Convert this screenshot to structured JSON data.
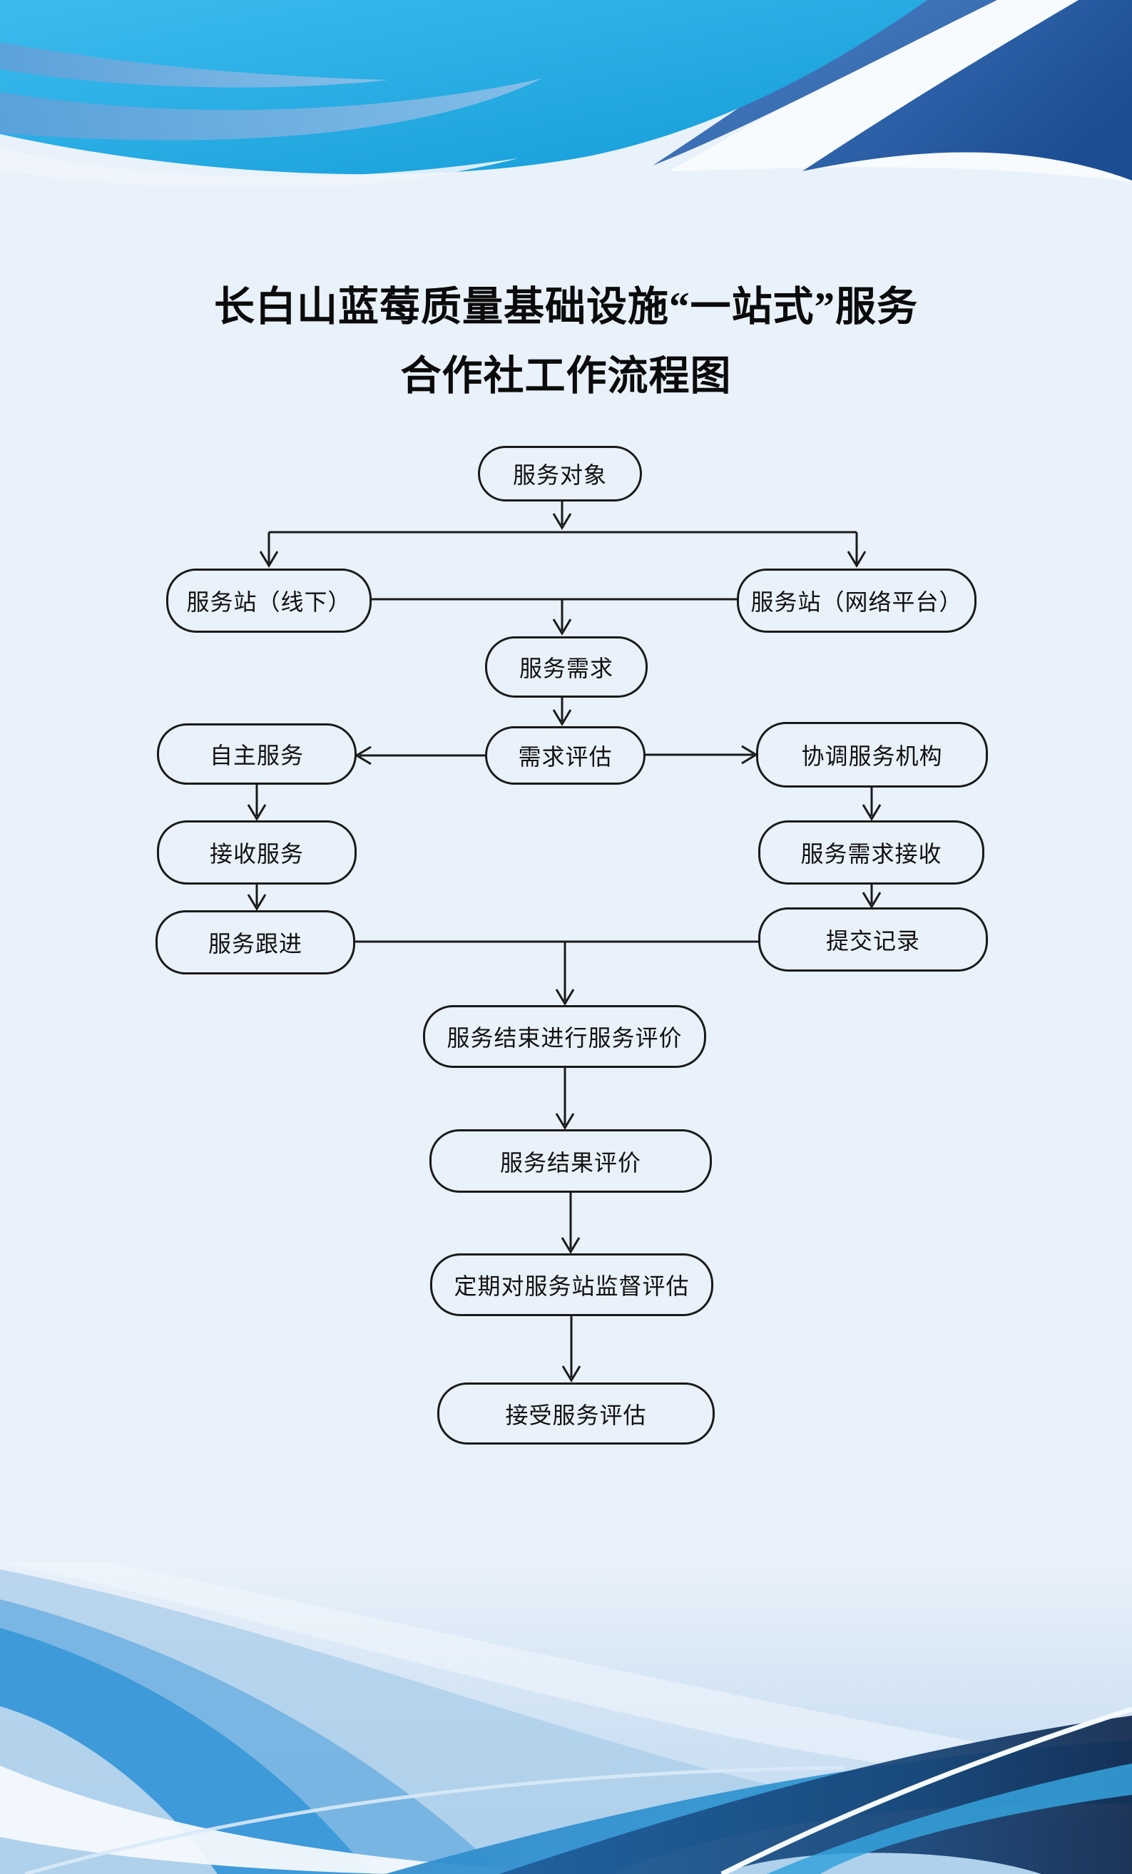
{
  "title": {
    "line1": "长白山蓝莓质量基础设施“一站式”服务",
    "line2": "合作社工作流程图"
  },
  "flowchart": {
    "nodes": [
      {
        "id": "service-object",
        "label": "服务对象"
      },
      {
        "id": "service-station-offline",
        "label": "服务站（线下）"
      },
      {
        "id": "service-station-online",
        "label": "服务站（网络平台）"
      },
      {
        "id": "service-demand",
        "label": "服务需求"
      },
      {
        "id": "demand-assessment",
        "label": "需求评估"
      },
      {
        "id": "self-service",
        "label": "自主服务"
      },
      {
        "id": "coordinate-service-org",
        "label": "协调服务机构"
      },
      {
        "id": "receive-service",
        "label": "接收服务"
      },
      {
        "id": "service-demand-receive",
        "label": "服务需求接收"
      },
      {
        "id": "service-follow-up",
        "label": "服务跟进"
      },
      {
        "id": "submit-record",
        "label": "提交记录"
      },
      {
        "id": "service-end-evaluation",
        "label": "服务结束进行服务评价"
      },
      {
        "id": "service-result-evaluation",
        "label": "服务结果评价"
      },
      {
        "id": "periodic-supervision-evaluation",
        "label": "定期对服务站监督评估"
      },
      {
        "id": "accept-service-evaluation",
        "label": "接受服务评估"
      }
    ],
    "edges": [
      {
        "from": "service-object",
        "to": "service-station-offline"
      },
      {
        "from": "service-object",
        "to": "service-station-online"
      },
      {
        "from": "service-station-offline",
        "to": "service-demand"
      },
      {
        "from": "service-station-online",
        "to": "service-demand"
      },
      {
        "from": "service-demand",
        "to": "demand-assessment"
      },
      {
        "from": "demand-assessment",
        "to": "self-service"
      },
      {
        "from": "demand-assessment",
        "to": "coordinate-service-org"
      },
      {
        "from": "self-service",
        "to": "receive-service"
      },
      {
        "from": "receive-service",
        "to": "service-follow-up"
      },
      {
        "from": "coordinate-service-org",
        "to": "service-demand-receive"
      },
      {
        "from": "service-demand-receive",
        "to": "submit-record"
      },
      {
        "from": "service-follow-up",
        "to": "service-end-evaluation"
      },
      {
        "from": "submit-record",
        "to": "service-end-evaluation"
      },
      {
        "from": "service-end-evaluation",
        "to": "service-result-evaluation"
      },
      {
        "from": "service-result-evaluation",
        "to": "periodic-supervision-evaluation"
      },
      {
        "from": "periodic-supervision-evaluation",
        "to": "accept-service-evaluation"
      }
    ]
  },
  "theme": {
    "page_background": "#E9F1FA",
    "line_color": "#1A1A1A",
    "wave_cyan": "#1FA9E2",
    "wave_light_blue": "#7FB0DF",
    "wave_medium_blue": "#3E9AD9",
    "wave_dark_blue": "#2C5CA4",
    "wave_navy": "#152F56"
  }
}
